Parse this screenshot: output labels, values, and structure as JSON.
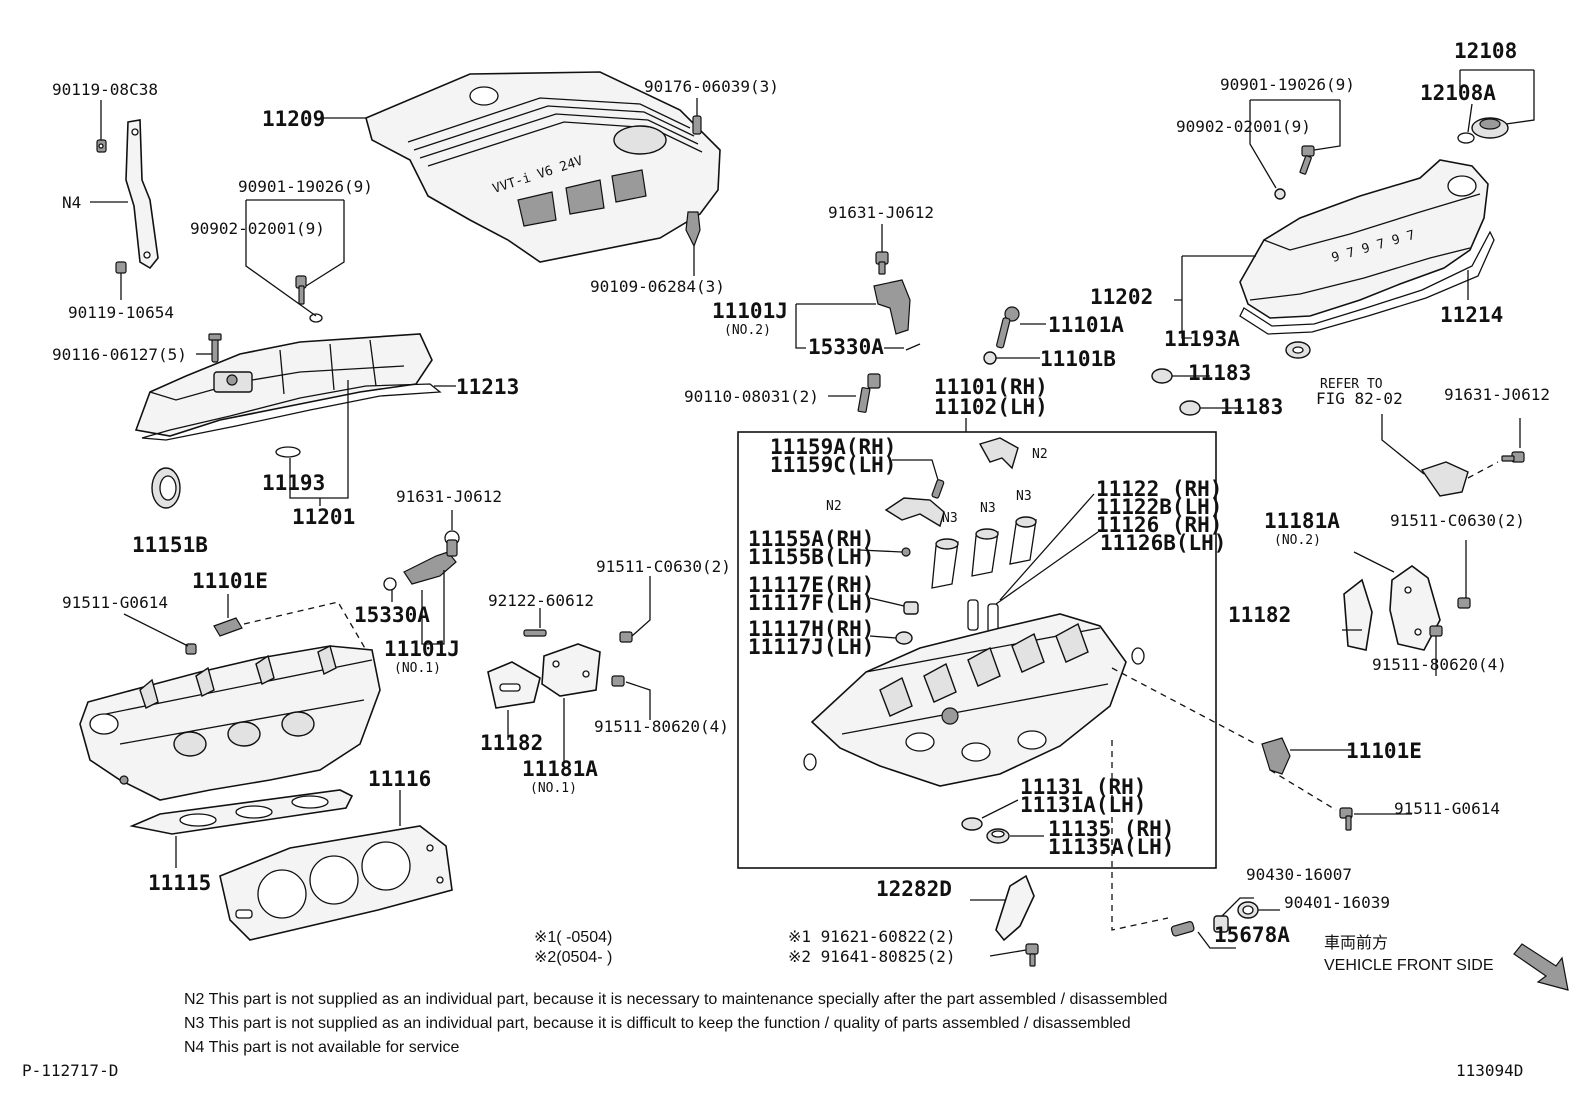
{
  "labels": {
    "p_90119_08C38": "90119-08C38",
    "p_N4": "N4",
    "p_90119_10654": "90119-10654",
    "p_11209": "11209",
    "p_90176_06039": "90176-06039(3)",
    "p_90109_06284": "90109-06284(3)",
    "p_90901_19026_l": "90901-19026(9)",
    "p_90902_02001_l": "90902-02001(9)",
    "p_90116_06127": "90116-06127(5)",
    "p_11213": "11213",
    "p_11193": "11193",
    "p_11201": "11201",
    "p_11151B": "11151B",
    "p_91631_J0612_c": "91631-J0612",
    "p_11101J_no2": "11101J",
    "p_no2_a": "(NO.2)",
    "p_15330A_a": "15330A",
    "p_90110_08031": "90110-08031(2)",
    "p_11101A": "11101A",
    "p_11101B": "11101B",
    "p_11101_RH": "11101(RH)",
    "p_11102_LH": "11102(LH)",
    "p_12108": "12108",
    "p_12108A": "12108A",
    "p_90901_19026_r": "90901-19026(9)",
    "p_90902_02001_r": "90902-02001(9)",
    "p_11202": "11202",
    "p_11193A": "11193A",
    "p_11214": "11214",
    "p_11183_a": "11183",
    "p_11183_b": "11183",
    "p_refer": "REFER TO",
    "p_fig": "FIG 82-02",
    "p_91631_J0612_r": "91631-J0612",
    "p_91631_J0612_m": "91631-J0612",
    "p_15330A_b": "15330A",
    "p_11101J_no1": "11101J",
    "p_no1_a": "(NO.1)",
    "p_91511_G0614_l": "91511-G0614",
    "p_11101E_l": "11101E",
    "p_92122_60612": "92122-60612",
    "p_91511_C0630_m": "91511-C0630(2)",
    "p_91511_80620_m": "91511-80620(4)",
    "p_11182_m": "11182",
    "p_11181A_m": "11181A",
    "p_no1_b": "(NO.1)",
    "p_11116": "11116",
    "p_11115": "11115",
    "p_11159A": "11159A(RH)",
    "p_11159C": "11159C(LH)",
    "p_N2_a": "N2",
    "p_N2_b": "N2",
    "p_N3_a": "N3",
    "p_N3_b": "N3",
    "p_N3_c": "N3",
    "p_11155A": "11155A(RH)",
    "p_11155B": "11155B(LH)",
    "p_11117E": "11117E(RH)",
    "p_11117F": "11117F(LH)",
    "p_11117H": "11117H(RH)",
    "p_11117J": "11117J(LH)",
    "p_11122": "11122 (RH)",
    "p_11122B": "11122B(LH)",
    "p_11126": "11126 (RH)",
    "p_11126B": "11126B(LH)",
    "p_11131": "11131 (RH)",
    "p_11131A": "11131A(LH)",
    "p_11135": "11135 (RH)",
    "p_11135A": "11135A(LH)",
    "p_11181A_r": "11181A",
    "p_no2_b": "(NO.2)",
    "p_91511_C0630_r": "91511-C0630(2)",
    "p_11182_r": "11182",
    "p_91511_80620_r": "91511-80620(4)",
    "p_11101E_r": "11101E",
    "p_91511_G0614_r": "91511-G0614",
    "p_12282D": "12282D",
    "p_90430_16007": "90430-16007",
    "p_90401_16039": "90401-16039",
    "p_15678A": "15678A",
    "p_9162160822": "※1 91621-60822(2)",
    "p_9164180825": "※2 91641-80825(2)",
    "p_range1": "※1(   -0504)",
    "p_range2": "※2(0504-   )",
    "p_jp_front": "車両前方",
    "p_vehicle_front": "VEHICLE FRONT SIDE",
    "cover_logo_text": "VVT-i V6 24V",
    "cover_rh_text": "9 7 9 7 9 7",
    "note_n2": "N2  This part is not supplied as an individual part, because it is necessary to maintenance specially after the part assembled / disassembled",
    "note_n3": "N3  This part is not supplied as an individual part, because it is difficult to keep the function / quality of parts  assembled / disassembled",
    "note_n4": "N4  This part is not available for service",
    "ref_left": "P-112717-D",
    "ref_right": "113094D"
  },
  "colors": {
    "ink": "#111111",
    "paper": "#ffffff",
    "shade": "#9a9a9a"
  }
}
